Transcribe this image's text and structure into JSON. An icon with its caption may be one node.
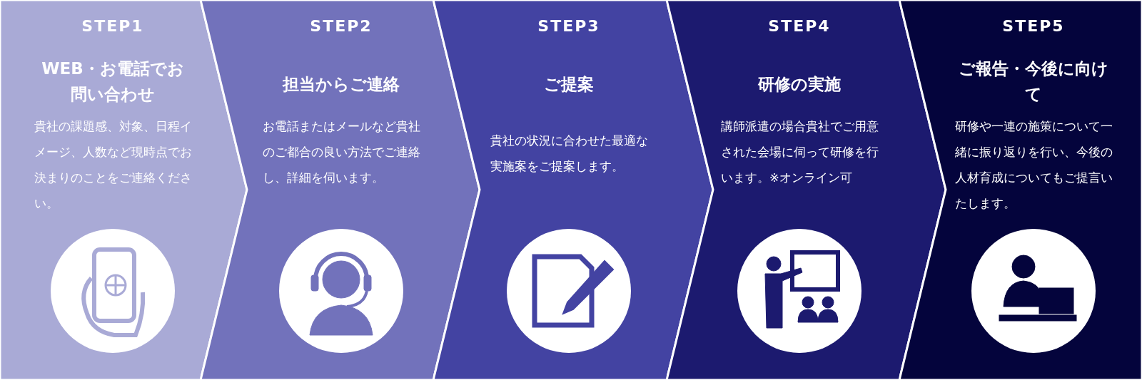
{
  "diagram": {
    "nodes": [
      {
        "text": [
          "STEP1",
          "WEB・お電話でお問い合わせ",
          "貴社の課題感、対象、日程イメージ、人数など現時点でお決まりのことをご連絡ください。"
        ]
      },
      {
        "text": [
          "STEP2",
          "担当からご連絡",
          "お電話またはメールなど貴社のご都合の良い方法でご連絡し、詳細を伺います。"
        ]
      },
      {
        "text": [
          "STEP3",
          "ご提案",
          "貴社の状況に合わせた最適な実施案をご提案します。"
        ]
      },
      {
        "text": [
          "STEP4",
          "研修の実施",
          "講師派遣の場合貴社でご用意された会場に伺って研修を行います。※オンライン可"
        ]
      },
      {
        "text": [
          "STEP5",
          "ご報告・今後に向けて",
          "研修や一連の施策について一緒に振り返りを行い、今後の人材育成についてもご提言いたします。"
        ]
      }
    ]
  }
}
